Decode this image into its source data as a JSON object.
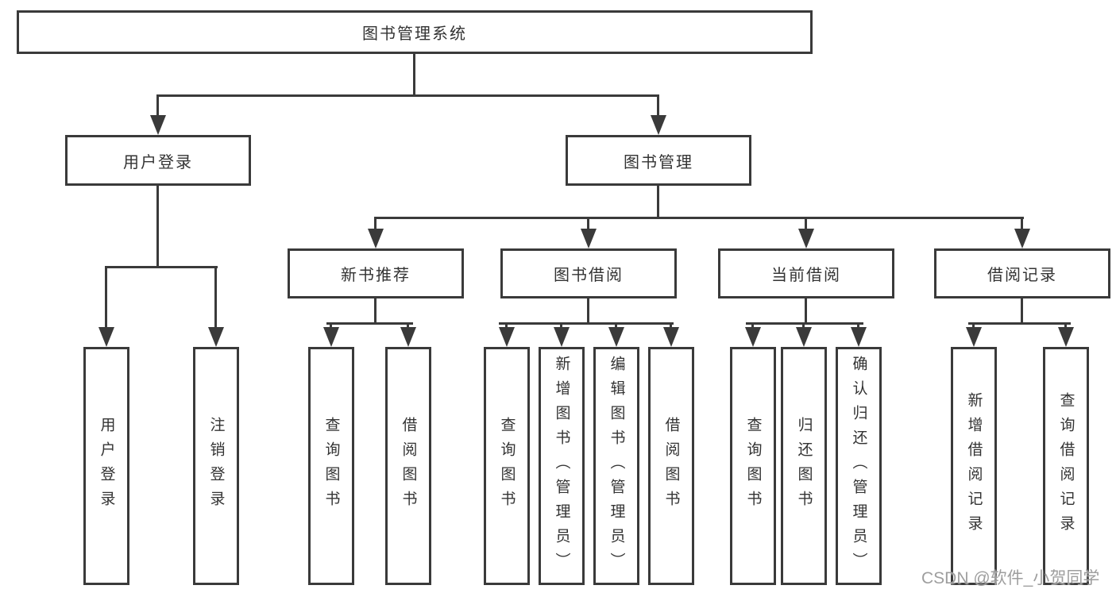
{
  "diagram": {
    "root_label": "图书管理系统",
    "level2": [
      {
        "label": "用户登录"
      },
      {
        "label": "图书管理"
      }
    ],
    "level3": [
      {
        "label": "新书推荐"
      },
      {
        "label": "图书借阅"
      },
      {
        "label": "当前借阅"
      },
      {
        "label": "借阅记录"
      }
    ],
    "leaves": [
      {
        "label": "用户登录"
      },
      {
        "label": "注销登录"
      },
      {
        "label": "查询图书"
      },
      {
        "label": "借阅图书"
      },
      {
        "label": "查询图书"
      },
      {
        "label": "新增图书（管理员）"
      },
      {
        "label": "编辑图书（管理员）"
      },
      {
        "label": "借阅图书"
      },
      {
        "label": "查询图书"
      },
      {
        "label": "归还图书"
      },
      {
        "label": "确认归还（管理员）"
      },
      {
        "label": "新增借阅记录"
      },
      {
        "label": "查询借阅记录"
      }
    ]
  },
  "watermark": {
    "text": "CSDN @软件_小贺同学"
  },
  "colors": {
    "line": "#3a3a3a",
    "text": "#333333",
    "watermark": "#9e9e9e",
    "background": "#ffffff"
  }
}
